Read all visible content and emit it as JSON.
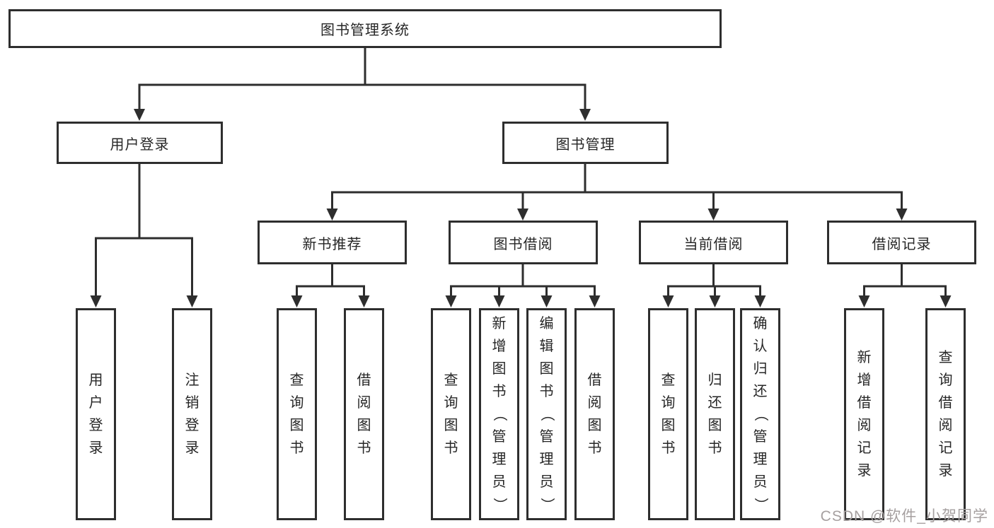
{
  "colors": {
    "line": "#2e2e2e",
    "text": "#262626",
    "background": "#ffffff",
    "watermark": "#a6a0a0"
  },
  "watermark": {
    "text": "CSDN @软件_小贺同学"
  },
  "nodes": {
    "root": "图书管理系统",
    "user_login": "用户登录",
    "book_management": "图书管理",
    "new_book_recommend": "新书推荐",
    "book_borrow": "图书借阅",
    "current_borrow": "当前借阅",
    "borrow_records": "借阅记录",
    "leaf_user_login": "用户登录",
    "leaf_logout_login": "注销登录",
    "leaf_nb_query_books": "查询图书",
    "leaf_nb_borrow_books": "借阅图书",
    "leaf_bb_query_books": "查询图书",
    "leaf_bb_add_books": "新增图书（管理员）",
    "leaf_bb_edit_books": "编辑图书（管理员）",
    "leaf_bb_borrow_books": "借阅图书",
    "leaf_cb_query_books": "查询图书",
    "leaf_cb_return_books": "归还图书",
    "leaf_cb_confirm_return": "确认归还（管理员）",
    "leaf_br_add_record": "新增借阅记录",
    "leaf_br_query_record": "查询借阅记录"
  }
}
